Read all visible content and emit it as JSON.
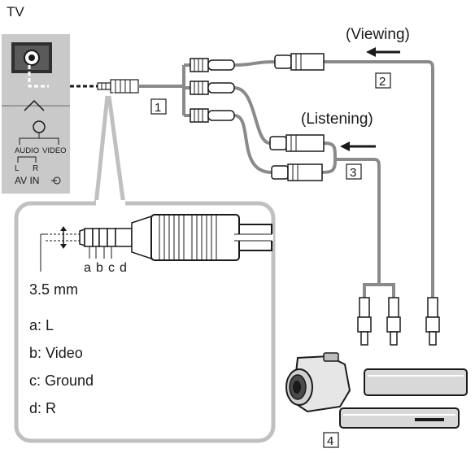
{
  "tv_label": "TV",
  "viewing_label": "(Viewing)",
  "listening_label": "(Listening)",
  "panel": {
    "audio_label": "AUDIO",
    "video_label": "VIDEO",
    "l_label": "L",
    "r_label": "R",
    "av_in_label": "AV IN"
  },
  "plug_letters": [
    "a",
    "b",
    "c",
    "d"
  ],
  "size_label": "3.5 mm",
  "legend": {
    "a": "a: L",
    "b": "b: Video",
    "c": "c: Ground",
    "d": "d: R"
  },
  "callouts": {
    "one": "1",
    "two": "2",
    "three": "3",
    "four": "4"
  },
  "colors": {
    "cable": "#8a8a8a",
    "panel": "#c9c9c9",
    "outline": "#1a1a1a",
    "arrow": "#1a1a1a"
  }
}
